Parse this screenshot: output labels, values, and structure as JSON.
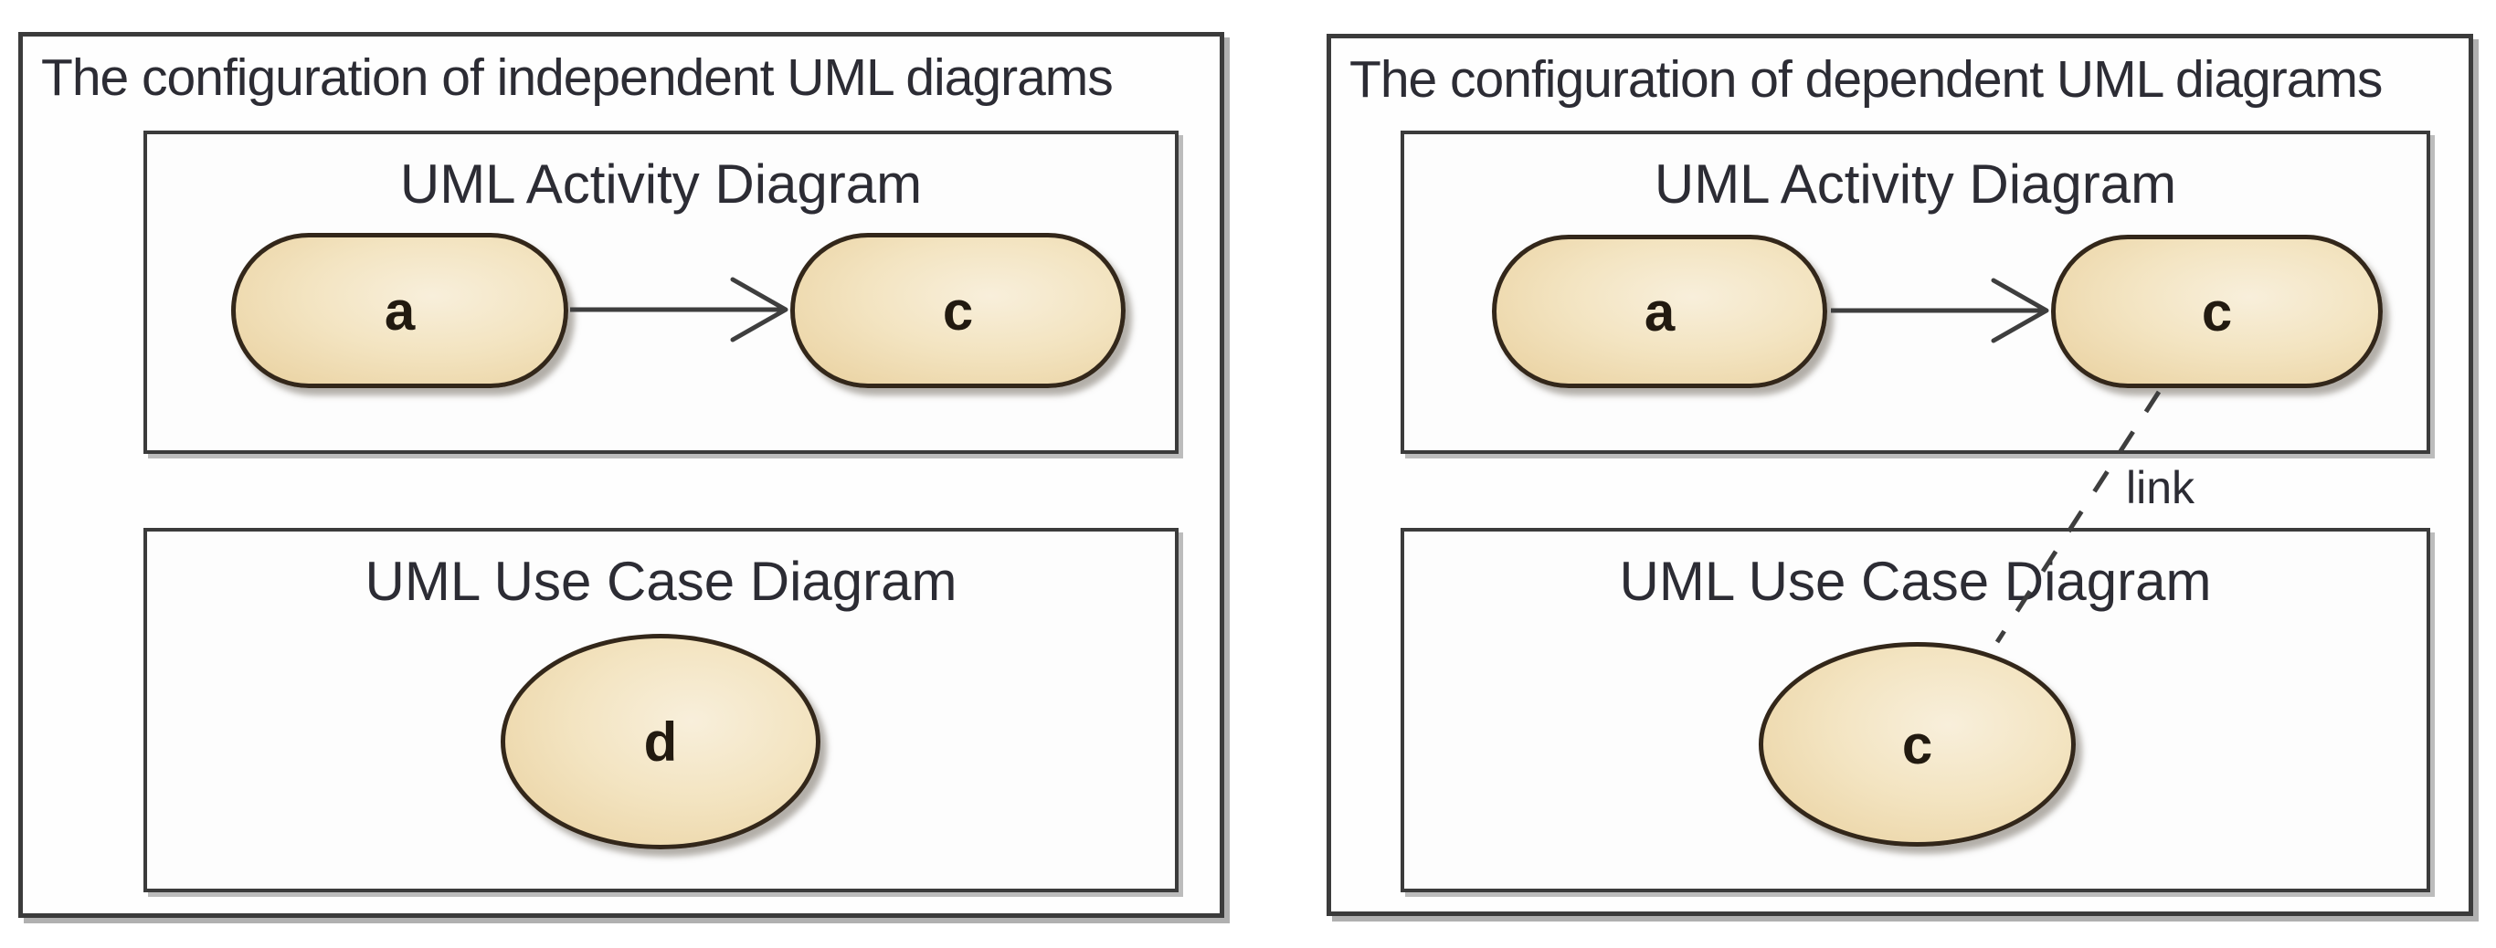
{
  "figure": {
    "panels": [
      {
        "id": "independent",
        "title": "The configuration of independent UML diagrams",
        "activity_diagram": {
          "title": "UML Activity Diagram",
          "nodes": [
            {
              "label": "a"
            },
            {
              "label": "c"
            }
          ],
          "connector": {
            "from": "a",
            "to": "c",
            "style": "solid-open-arrow"
          }
        },
        "use_case_diagram": {
          "title": "UML Use Case Diagram",
          "nodes": [
            {
              "label": "d"
            }
          ]
        }
      },
      {
        "id": "dependent",
        "title": "The configuration of dependent UML diagrams",
        "activity_diagram": {
          "title": "UML Activity Diagram",
          "nodes": [
            {
              "label": "a"
            },
            {
              "label": "c"
            }
          ],
          "connector": {
            "from": "a",
            "to": "c",
            "style": "solid-open-arrow"
          }
        },
        "use_case_diagram": {
          "title": "UML Use Case Diagram",
          "nodes": [
            {
              "label": "c"
            }
          ]
        },
        "link": {
          "label": "link",
          "style": "dashed",
          "from": "activity-node-c",
          "to": "use-case-node-c"
        }
      }
    ],
    "colors": {
      "node_fill_center": "#f8efdb",
      "node_fill_edge": "#e9d09e",
      "node_border": "#33271a",
      "frame_border": "#3b3b3b",
      "frame_shadow": "#b0b0b0",
      "connector": "#3e3e3e",
      "text": "#2c2c34",
      "background": "#ffffff"
    }
  }
}
